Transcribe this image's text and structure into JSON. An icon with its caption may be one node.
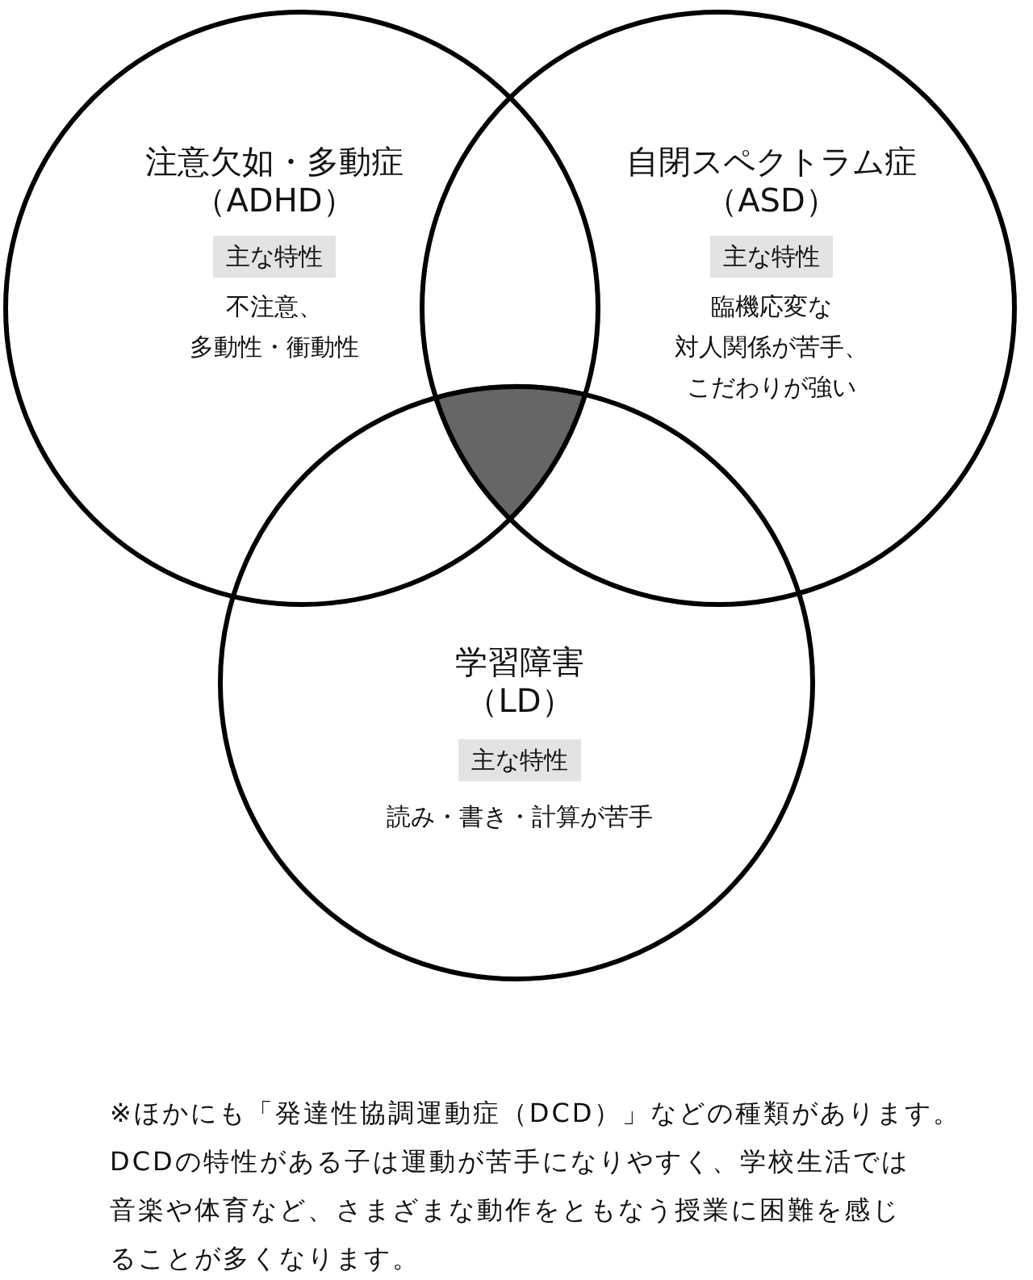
{
  "diagram": {
    "nodes": [
      {
        "text": [
          "注意欠如・多動症（ADHD）",
          "不注意、多動性・衝動性"
        ]
      },
      {
        "text": [
          "主な特性"
        ],
        "in": 0
      },
      {
        "text": [
          "自閉スペクトラム症（ASD）",
          "臨機応変な対人関係が苦手、こだわりが強い"
        ]
      },
      {
        "text": [
          "主な特性"
        ],
        "in": 2
      },
      {
        "text": [
          "学習障害（LD）",
          "読み・書き・計算が苦手"
        ]
      },
      {
        "text": [
          "主な特性"
        ],
        "in": 4
      },
      {
        "text": [],
        "shape": "triangle"
      }
    ],
    "caption": "※ほかにも「発達性協調運動症（DCD）」などの種類があります。DCDの特性がある子は運動が苦手になりやすく、学校生活では音楽や体育など、さまざまな動作をともなう授業に困難を感じることが多くなります。"
  }
}
